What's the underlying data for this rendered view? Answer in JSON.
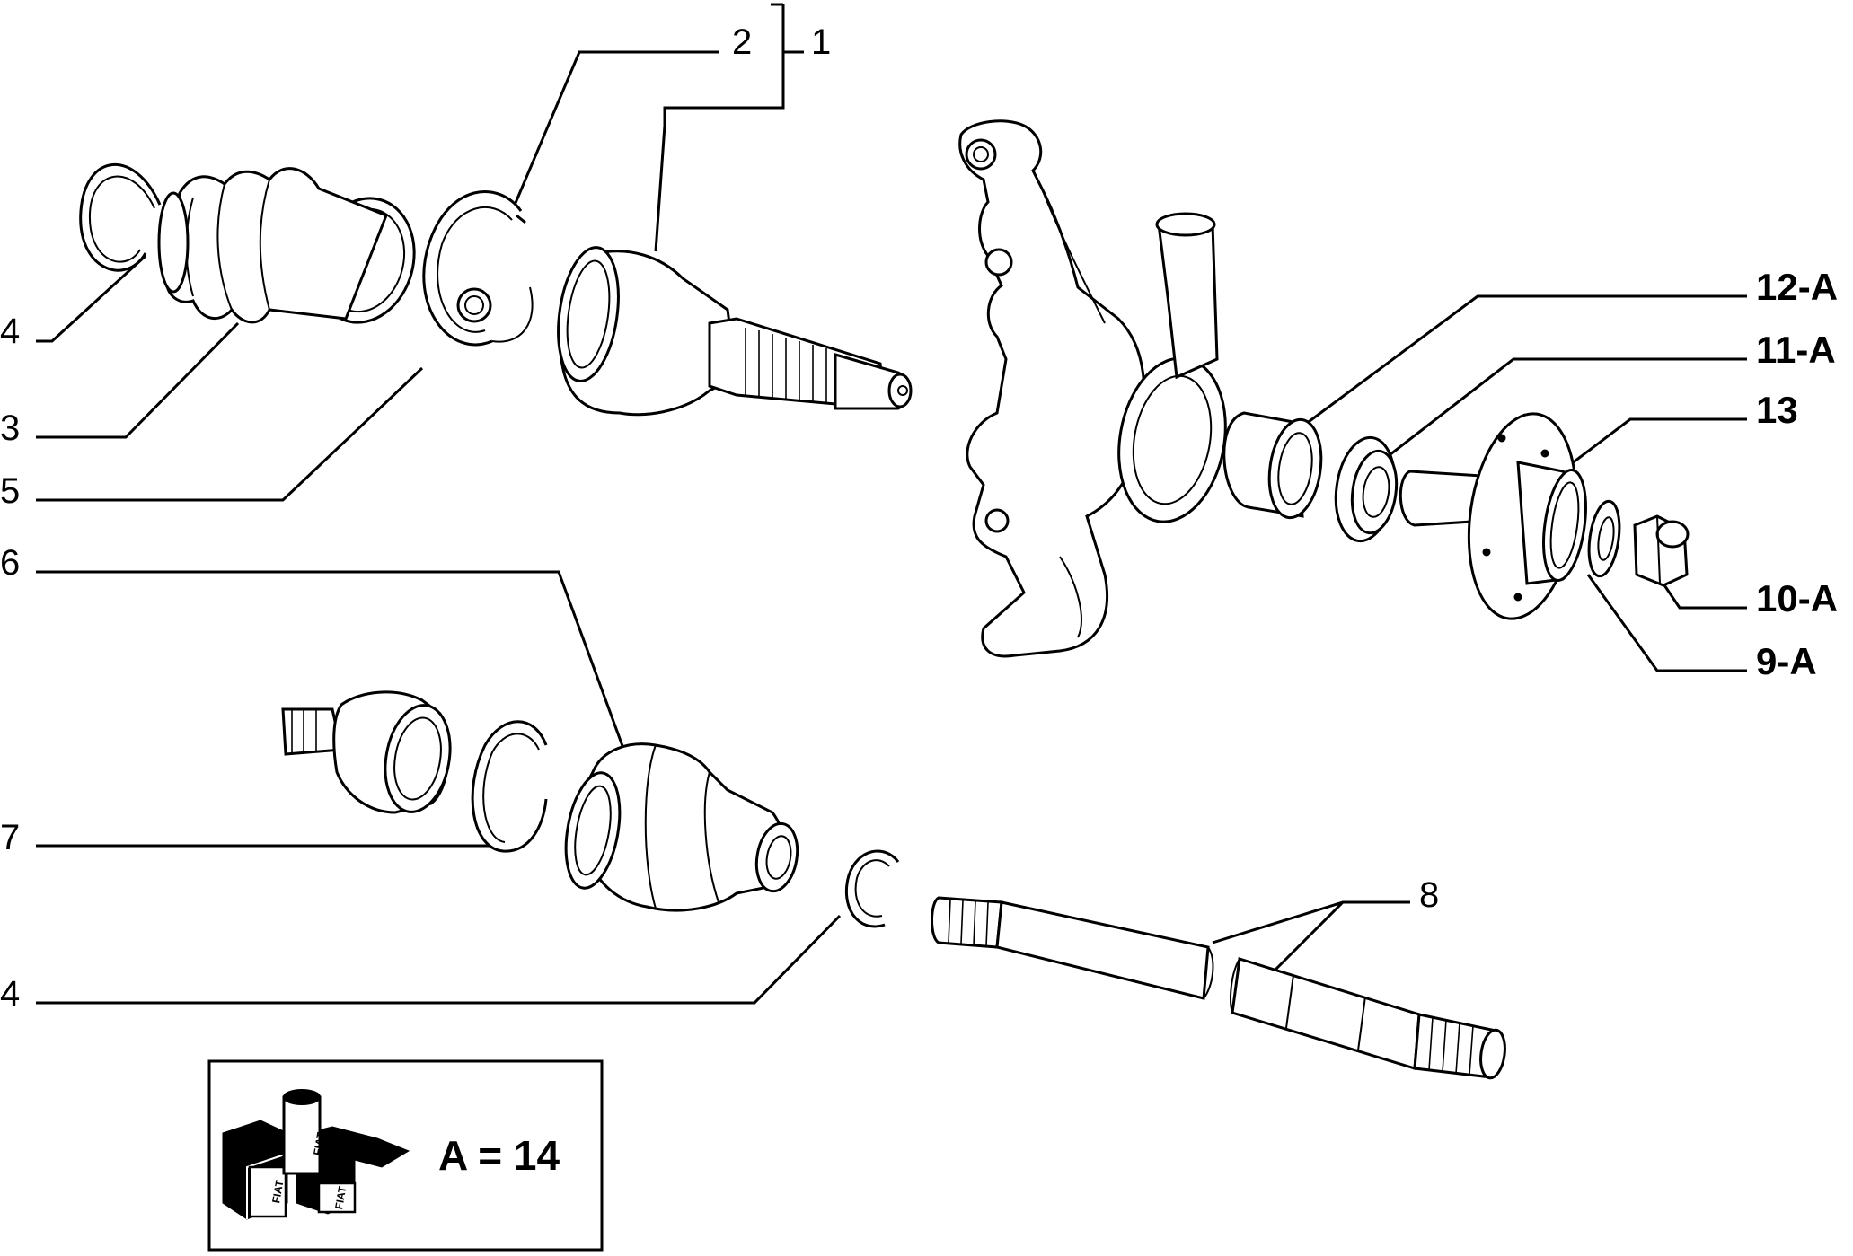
{
  "labels": {
    "l1": "1",
    "l2": "2",
    "l3": "3",
    "l4_top": "4",
    "l4_bottom": "4",
    "l5": "5",
    "l6": "6",
    "l7": "7",
    "l8": "8",
    "l9": "9-A",
    "l10": "10-A",
    "l11": "11-A",
    "l12": "12-A",
    "l13": "13"
  },
  "legend": {
    "text": "A = 14",
    "brand_1": "FIAT",
    "brand_2": "FIAT",
    "brand_3": "FIAT"
  }
}
